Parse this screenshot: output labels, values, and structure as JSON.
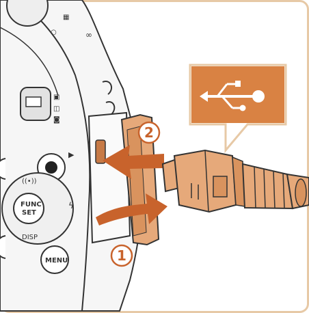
{
  "illustration": {
    "steps": [
      {
        "number": "1",
        "action": "open-terminal-cover"
      },
      {
        "number": "2",
        "action": "insert-usb-plug"
      }
    ],
    "camera_labels": {
      "func_set_top": "FUNC",
      "func_set_bottom": "SET",
      "disp": "DISP",
      "menu": "MENU"
    },
    "icons": [
      "usb-icon",
      "flash-icon",
      "movie-icon",
      "record-button",
      "mode-switch"
    ],
    "colors": {
      "frame": "#e7c9a6",
      "accent": "#d98243",
      "arrow": "#c8632c",
      "plug": "#e6a97a",
      "plug_dark": "#b77a50",
      "line": "#333333"
    }
  }
}
